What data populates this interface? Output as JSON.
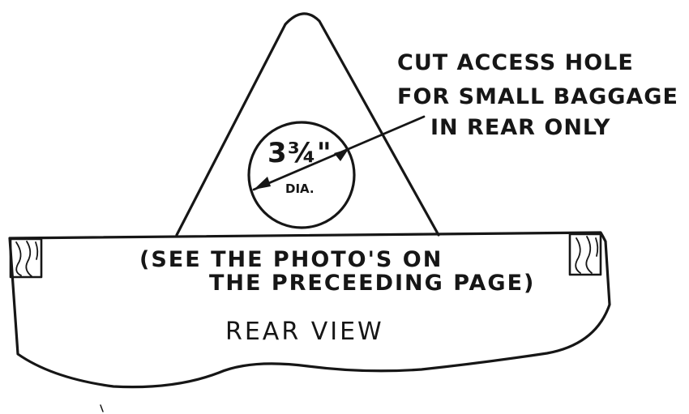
{
  "diagram": {
    "note_lines": [
      "CUT ACCESS HOLE",
      "FOR SMALL BAGGAGE",
      "IN REAR ONLY"
    ],
    "hole_dimension": "3¾\"",
    "hole_dimension_unit": "DIA.",
    "photo_note_lines": [
      "(SEE THE PHOTO'S ON",
      "THE PRECEEDING PAGE)"
    ],
    "view_label": "REAR VIEW",
    "ink_color": "#161616"
  }
}
